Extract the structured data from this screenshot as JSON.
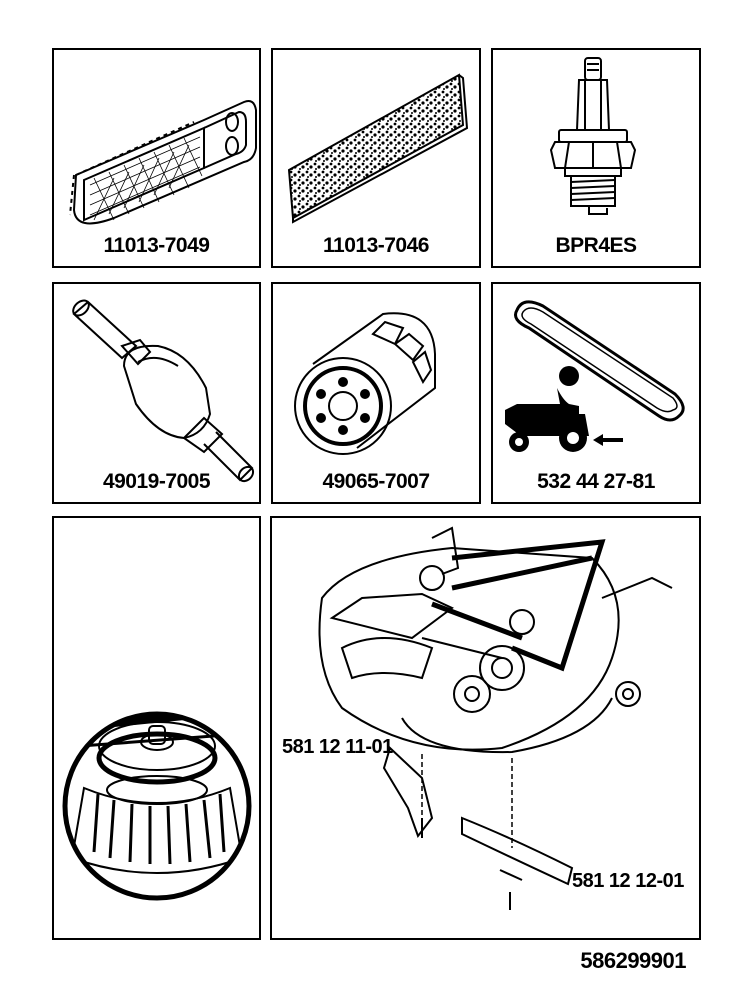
{
  "parts": [
    {
      "label": "11013-7049",
      "icon": "air-filter-icon"
    },
    {
      "label": "11013-7046",
      "icon": "pre-filter-icon"
    },
    {
      "label": "BPR4ES",
      "icon": "spark-plug-icon"
    },
    {
      "label": "49019-7005",
      "icon": "fuel-filter-icon"
    },
    {
      "label": "49065-7007",
      "icon": "oil-filter-icon"
    },
    {
      "label": "532 44 27-81",
      "icon": "drive-belt-icon"
    }
  ],
  "deck": {
    "blade_left": "581 12 11-01",
    "blade_right": "581 12 12-01"
  },
  "document_number": "586299901"
}
